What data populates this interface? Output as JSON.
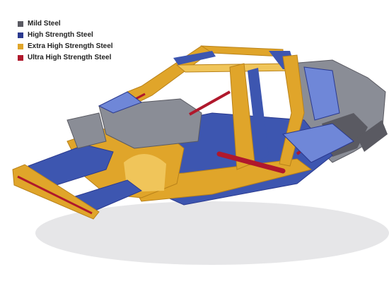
{
  "legend": {
    "items": [
      {
        "label": "Mild Steel",
        "color": "#5a5a62"
      },
      {
        "label": "High Strength Steel",
        "color": "#2b3a8f"
      },
      {
        "label": "Extra High Strength Steel",
        "color": "#e0a52a"
      },
      {
        "label": "Ultra High Strength Steel",
        "color": "#b0182c"
      }
    ]
  },
  "colors": {
    "mild": "#8a8d96",
    "mild_dark": "#5a5a62",
    "high": "#3d56b0",
    "high_light": "#6f87d8",
    "extra": "#e0a52a",
    "extra_light": "#f0c55a",
    "extra_dark": "#b9821a",
    "ultra": "#b0182c"
  }
}
